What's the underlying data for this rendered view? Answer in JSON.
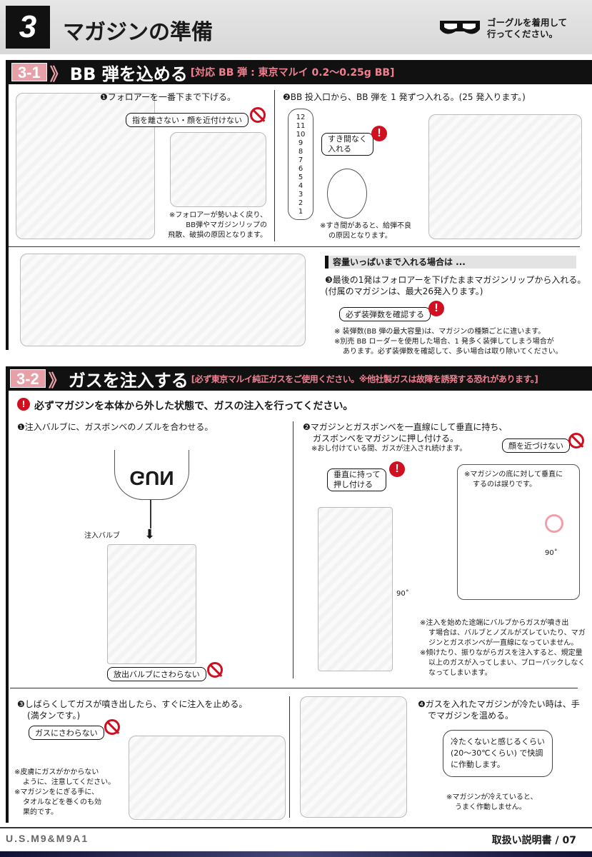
{
  "header": {
    "number": "3",
    "title": "マガジンの準備",
    "goggle_notice": [
      "ゴーグルを着用して",
      "行ってください。"
    ]
  },
  "section1": {
    "tag": "3-1",
    "title": "BB 弾を込める",
    "subtitle": "[対応 BB 弾 : 東京マルイ 0.2〜0.25g BB]",
    "step1": {
      "marker": "❶",
      "text": "フォロアーを一番下まで下げる。",
      "warning": "指を離さない・顔を近付けない",
      "note": [
        "※フォロアーが勢いよく戻り、",
        "BB弾やマガジンリップの",
        "飛散、破損の原因となります。"
      ]
    },
    "step2": {
      "marker": "❷",
      "text": "BB 投入口から、BB 弾を 1 発ずつ入れる。(25 発入ります。)",
      "callout": [
        "すき間なく",
        "入れる"
      ],
      "note": [
        "※すき間があると、給弾不良",
        "の原因となります。"
      ],
      "bb_numbers": [
        "12",
        "11",
        "10",
        "9",
        "8",
        "7",
        "6",
        "5",
        "4",
        "3",
        "2",
        "1"
      ]
    },
    "full_capacity": {
      "heading": "容量いっぱいまで入れる場合は ...",
      "marker": "❸",
      "text": [
        "最後の1発はフォロアーを下げたままマガジンリップから入れる。",
        "(付属のマガジンは、最大26発入ります。)"
      ],
      "callout": "必ず装弾数を確認する",
      "notes": [
        "※ 装弾数(BB 弾の最大容量)は、マガジンの種類ごとに違います。",
        "※別売 BB ローダーを使用した場合、1 発多く装弾してしまう場合が",
        "あります。必ず装弾数を確認して、多い場合は取り除いてください。"
      ]
    }
  },
  "section2": {
    "tag": "3-2",
    "title": "ガスを注入する",
    "subtitle": "[必ず東京マルイ純正ガスをご使用ください。※他社製ガスは故障を誘発する恐れがあります。]",
    "warning": "必ずマガジンを本体から外した状態で、ガスの注入を行ってください。",
    "step1": {
      "marker": "❶",
      "text": "注入バルブに、ガスボンベのノズルを合わせる。",
      "label": "注入バルブ",
      "can_text": "GUN",
      "caution": "放出バルブにさわらない"
    },
    "step2": {
      "marker": "❷",
      "text": [
        "マガジンとガスボンベを一直線にして垂直に持ち、",
        "ガスボンベをマガジンに押し付ける。"
      ],
      "note": "※おし付けている間、ガスが注入され続けます。",
      "caution": "顔を近づけない",
      "callout": [
        "垂直に持って",
        "押し付ける"
      ],
      "angle": "90˚",
      "inset_note": [
        "※マガジンの底に対して垂直に",
        "するのは誤りです。"
      ],
      "notes": [
        "※注入を始めた途端にバルブからガスが噴き出",
        "す場合は、バルブとノズルがズレていたり、マガ",
        "ジンとガスボンベが一直線になっていません。",
        "※傾けたり、振りながらガスを注入すると、規定量",
        "以上のガスが入ってしまい、ブローバックしなく",
        "なってしまいます。"
      ]
    },
    "step3": {
      "marker": "❸",
      "text": [
        "しばらくしてガスが噴き出したら、すぐに注入を止める。",
        "(満タンです。)"
      ],
      "caution": "ガスにさわらない",
      "notes": [
        "※皮膚にガスがかからない",
        "ように、注意してください。",
        "※マガジンをにぎる手に、",
        "タオルなどを巻くのも効",
        "果的です。"
      ]
    },
    "step4": {
      "marker": "❹",
      "text": [
        "ガスを入れたマガジンが冷たい時は、手",
        "でマガジンを温める。"
      ],
      "bubble": [
        "冷たくないと感じるくらい",
        "(20〜30℃くらい) で快調",
        "に作動します。"
      ],
      "note": [
        "※マガジンが冷えていると、",
        "うまく作動しません。"
      ]
    }
  },
  "footer": {
    "model": "U.S.M9&M9A1",
    "page": "取扱い説明書 / 07"
  },
  "colors": {
    "accent_pink": "#e8a0a8",
    "warning_red": "#d01020",
    "bar_black": "#111111"
  }
}
